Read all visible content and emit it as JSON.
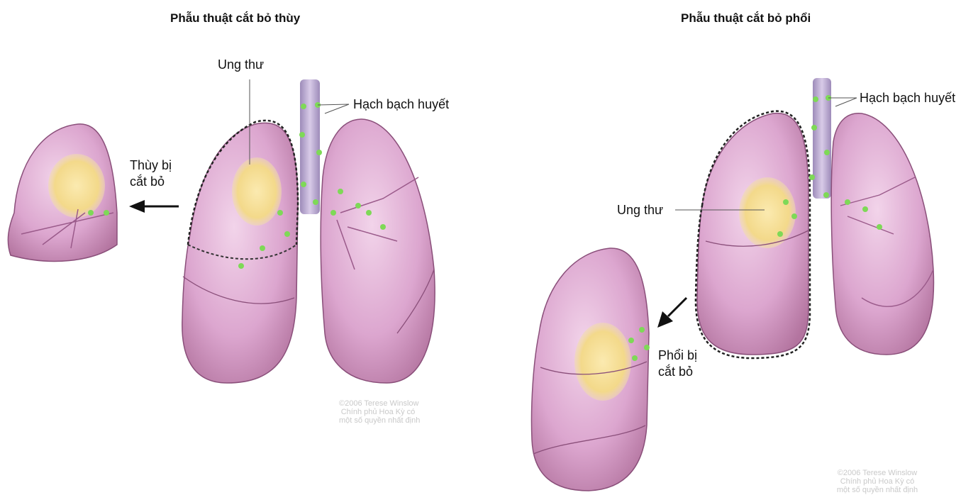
{
  "left_panel": {
    "title": "Phẫu thuật cắt bỏ thùy",
    "cancer_label": "Ung thư",
    "lymph_label": "Hạch bạch huyết",
    "removed_label_line1": "Thùy bị",
    "removed_label_line2": "cắt bỏ",
    "copyright": [
      "©2006 Terese Winslow",
      "Chính phủ Hoa Kỳ có",
      "một số quyền nhất định"
    ]
  },
  "right_panel": {
    "title": "Phẫu thuật cắt bỏ phổi",
    "cancer_label": "Ung thư",
    "lymph_label": "Hạch bạch huyết",
    "removed_label_line1": "Phổi bị",
    "removed_label_line2": "cắt bỏ",
    "copyright": [
      "©2006 Terese Winslow",
      "Chính phủ Hoa Kỳ có",
      "một số quyền nhất định"
    ]
  },
  "colors": {
    "lung": "#dca6cf",
    "lung_dark": "#b3749f",
    "lung_edge": "#8a4f7a",
    "tumor": "#f3d98a",
    "lymph_node": "#7ed957",
    "trachea": "#c6b6d9"
  }
}
